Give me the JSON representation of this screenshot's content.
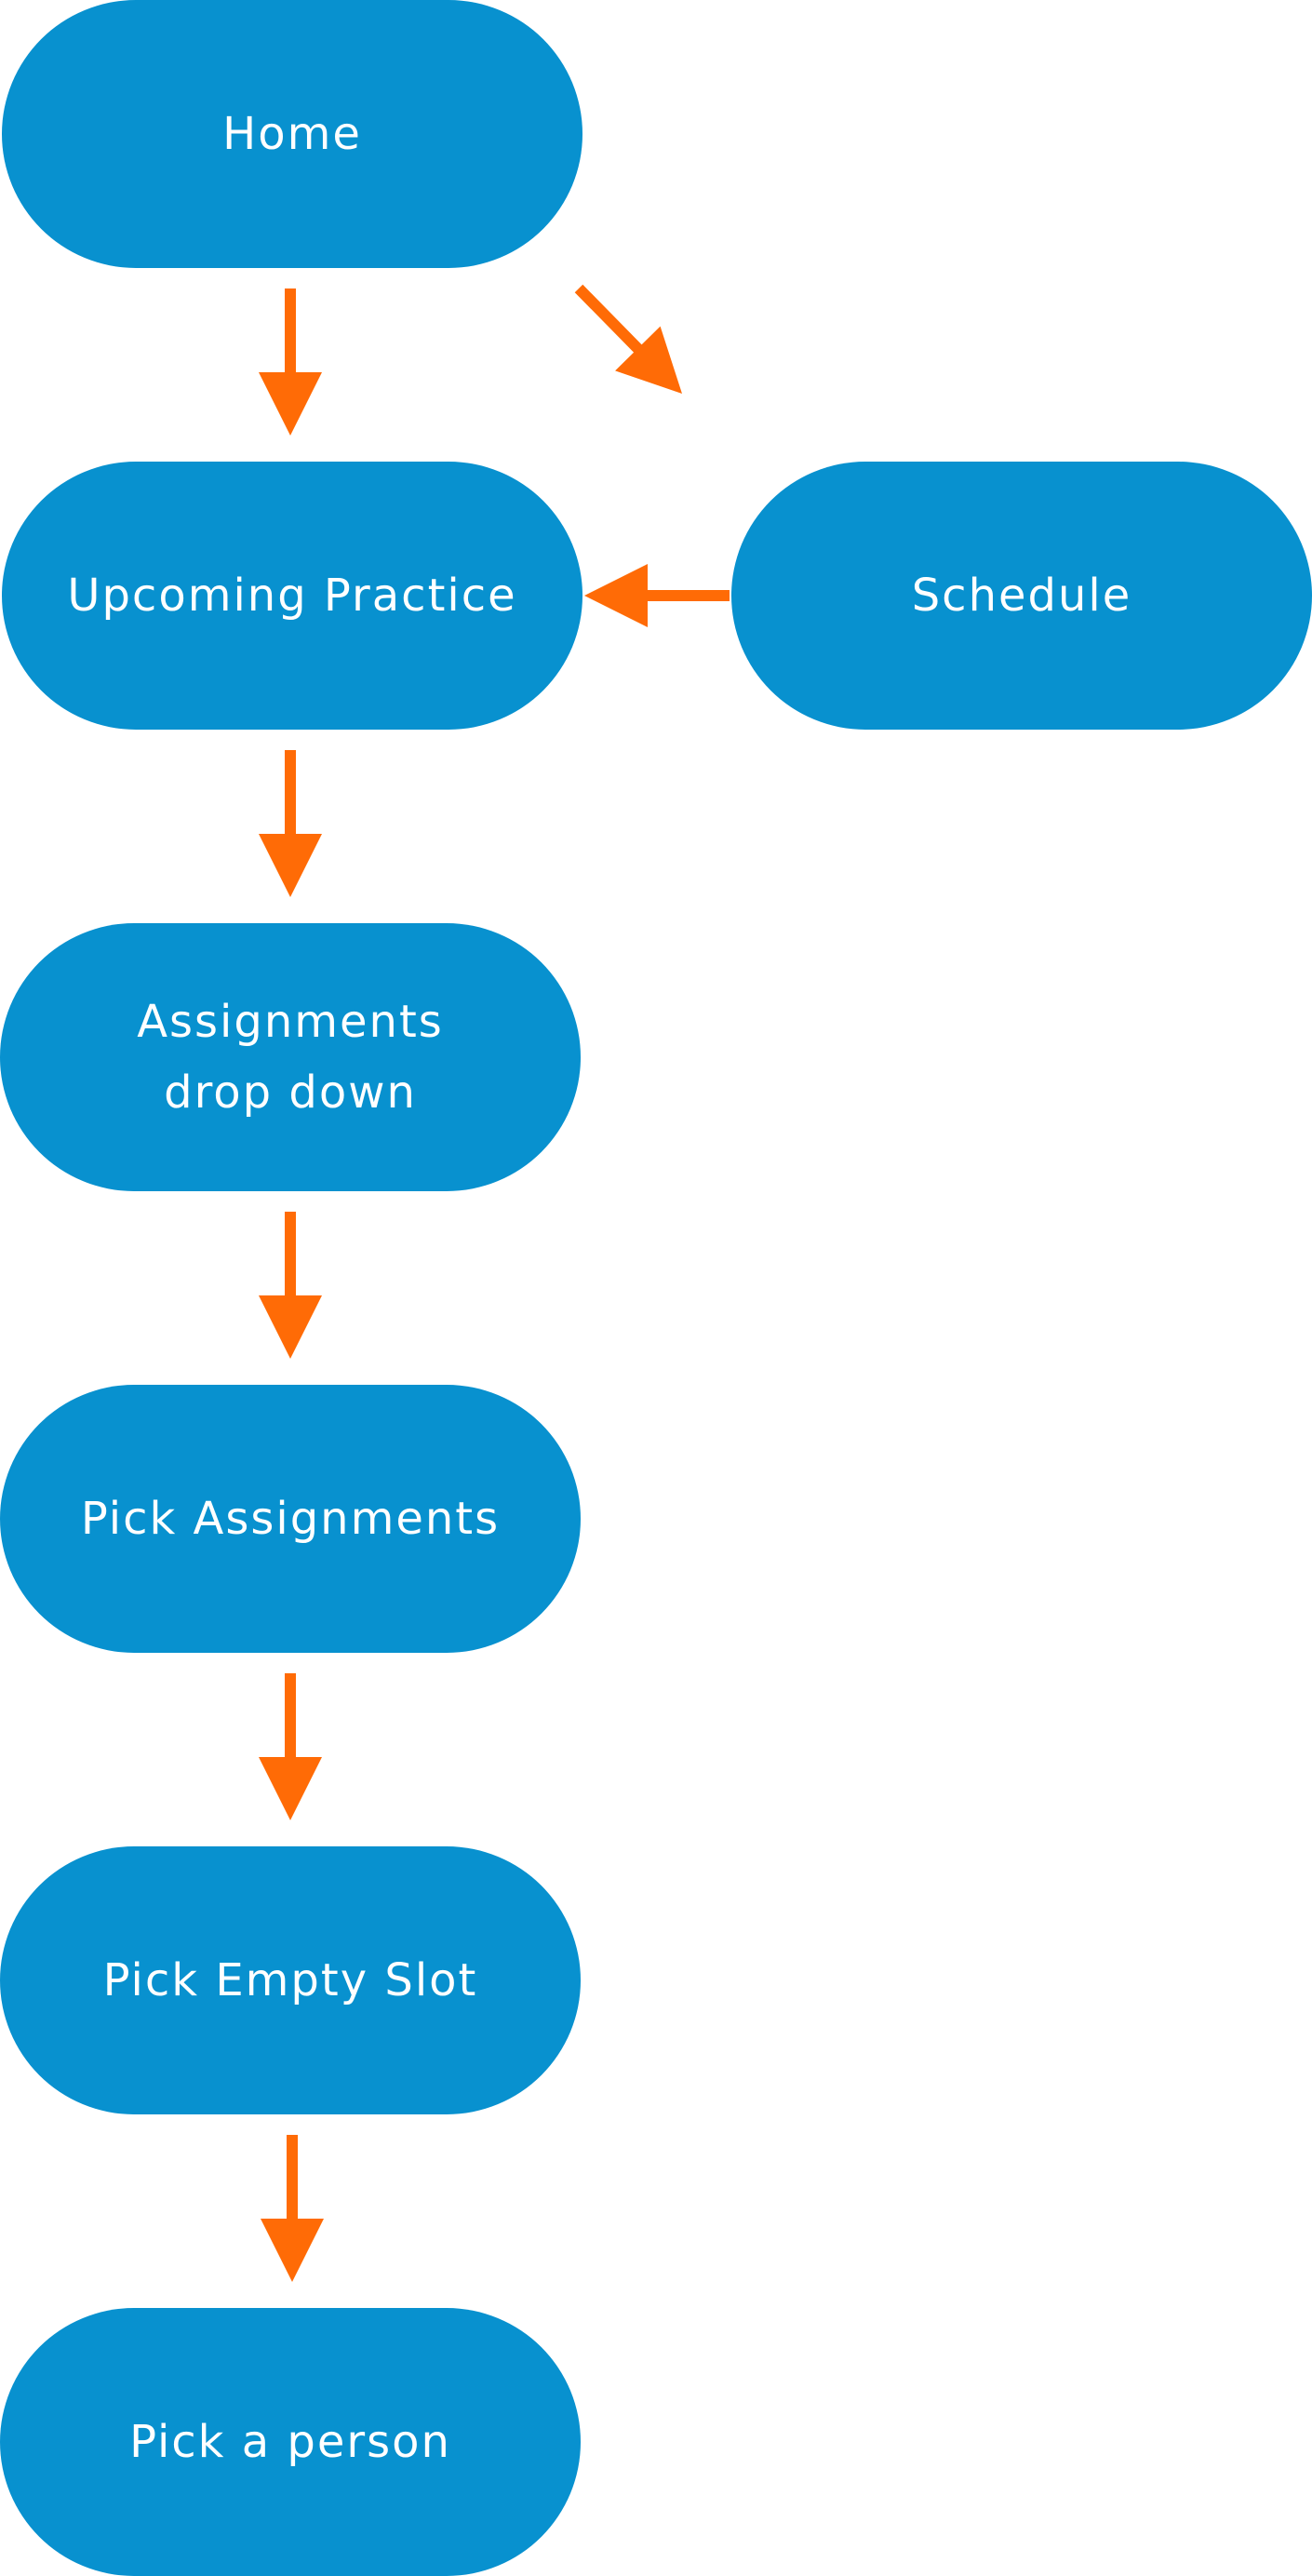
{
  "diagram": {
    "type": "flowchart",
    "colors": {
      "node_fill": "#0891cf",
      "node_text": "#ffffff",
      "arrow": "#ff6b06",
      "background": "#ffffff"
    },
    "nodes": [
      {
        "id": "home",
        "lines": [
          "Home"
        ]
      },
      {
        "id": "upcoming-practice",
        "lines": [
          "Upcoming Practice"
        ]
      },
      {
        "id": "schedule",
        "lines": [
          "Schedule"
        ]
      },
      {
        "id": "assignments-drop-down",
        "lines": [
          "Assignments",
          "drop down"
        ]
      },
      {
        "id": "pick-assignments",
        "lines": [
          "Pick Assignments"
        ]
      },
      {
        "id": "pick-empty-slot",
        "lines": [
          "Pick Empty Slot"
        ]
      },
      {
        "id": "pick-a-person",
        "lines": [
          "Pick a person"
        ]
      }
    ],
    "edges": [
      {
        "from": "home",
        "to": "upcoming-practice"
      },
      {
        "from": "home",
        "to": "schedule"
      },
      {
        "from": "schedule",
        "to": "upcoming-practice"
      },
      {
        "from": "upcoming-practice",
        "to": "assignments-drop-down"
      },
      {
        "from": "assignments-drop-down",
        "to": "pick-assignments"
      },
      {
        "from": "pick-assignments",
        "to": "pick-empty-slot"
      },
      {
        "from": "pick-empty-slot",
        "to": "pick-a-person"
      }
    ]
  }
}
